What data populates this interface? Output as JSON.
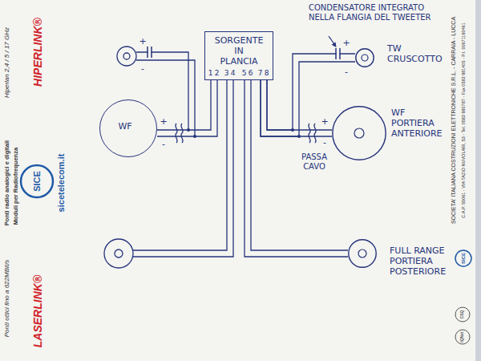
{
  "diagram": {
    "nodes": [
      {
        "text": [
          "SORGENTE IN PLANCIA"
        ]
      },
      {
        "text": [
          "TW CRUSCOTTO"
        ]
      },
      {
        "text": [
          "WF"
        ]
      },
      {
        "text": [
          "WF PORTIERA ANTERIORE"
        ]
      },
      {
        "text": [
          "FULL RANGE PORTIERA POSTERIORE"
        ]
      }
    ],
    "edges": [
      {
        "from": 0,
        "to": 2,
        "arrow": "none"
      },
      {
        "from": 0,
        "to": 1,
        "arrow": "none"
      },
      {
        "from": 0,
        "to": 3,
        "arrow": "none"
      },
      {
        "from": 0,
        "to": 4,
        "arrow": "none"
      }
    ],
    "labels": [
      "CONDENSATORE INTEGRATO NELLA FLANGIA DEL TWEETER",
      "PASSA CAVO",
      "1",
      "2",
      "3",
      "4",
      "5",
      "6",
      "7",
      "8",
      "+",
      "-",
      "+",
      "-",
      "+",
      "-",
      "+",
      "-",
      "Hiperlan 2,4 / 5 / 17 GHz",
      "HIPERLINK®",
      "Ponti radio analogici e digitali",
      "Moduli per Radiofrequenza",
      "SICE",
      "sicetelecom.it",
      "Ponti ottici fino a 622MBit/s",
      "LASERLINK®",
      "SOCIETA' ITALIANA COSTRUZIONI ELETTRONICHE S.R.L. - CARRAIA - LUCCA",
      "C.A.P. 55061 - VIA TAZIO NUVOLARI, 53 - Tel. 0583 980787 - Fax 0583 981405 - P.I. 00671160461",
      "SICE",
      "CSQ",
      "IQNet"
    ]
  }
}
